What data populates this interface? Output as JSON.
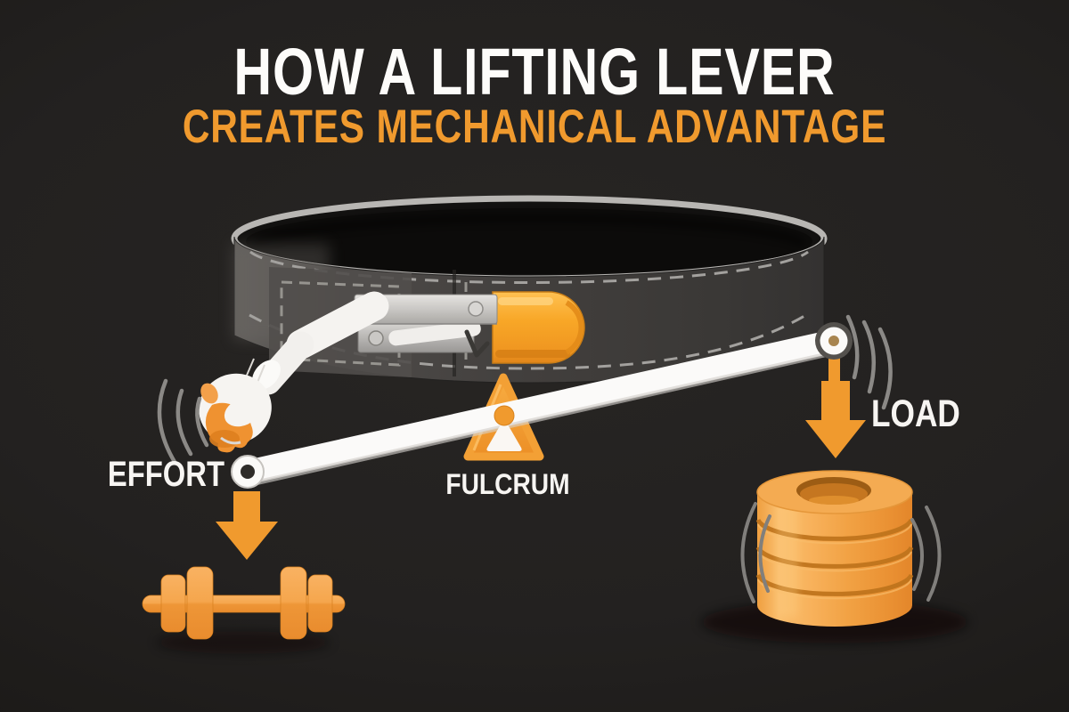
{
  "header": {
    "title_line1": "HOW A LIFTING LEVER",
    "title_line2": "CREATES MECHANICAL ADVANTAGE"
  },
  "diagram": {
    "effort_label": "EFFORT",
    "fulcrum_label": "FULCRUM",
    "load_label": "LOAD",
    "illustration_parts": [
      "lifting-belt",
      "lever-buckle",
      "hand-pressing-lever",
      "lever-bar",
      "fulcrum-triangle",
      "effort-pivot",
      "load-pivot",
      "effort-down-arrow",
      "load-down-arrow",
      "dumbbell",
      "weight-plates-stack",
      "motion-arcs"
    ]
  },
  "colors": {
    "background": "#232120",
    "accent_orange": "#f09a2e",
    "text_white": "#f7f5f2",
    "belt_gray": "#423f3d",
    "bar_white": "#fbfaf9",
    "metal_silver": "#c9c7c4"
  }
}
